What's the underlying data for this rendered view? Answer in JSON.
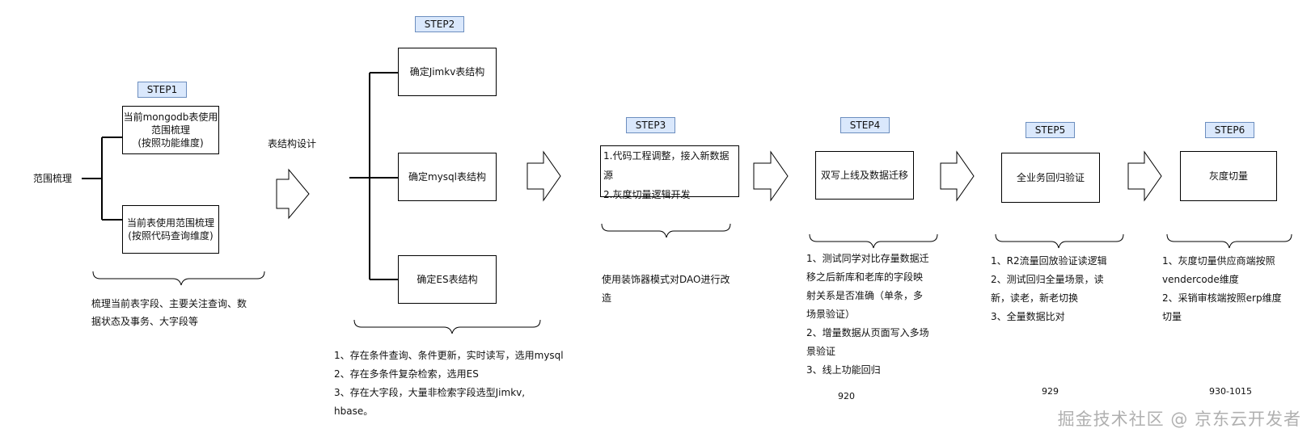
{
  "step_tags": [
    "STEP1",
    "STEP2",
    "STEP3",
    "STEP4",
    "STEP5",
    "STEP6"
  ],
  "range_label": "范围梳理",
  "step1": {
    "box_top": "当前mongodb表使用\n范围梳理\n(按照功能维度)",
    "box_bottom": "当前表使用范围梳理\n(按照代码查询维度)",
    "note": [
      "梳理当前表字段、主要关注查询、数",
      "据状态及事务、大字段等"
    ]
  },
  "design_label": "表结构设计",
  "step2": {
    "box_jimkv": "确定Jimkv表结构",
    "box_mysql": "确定mysql表结构",
    "box_es": "确定ES表结构",
    "notes": [
      "1、存在条件查询、条件更新，实时读写，选用mysql",
      "2、存在多条件复杂检索，选用ES",
      "3、存在大字段，大量非检索字段选型Jimkv,",
      "hbase。"
    ]
  },
  "step3": {
    "box_lines": [
      "1.代码工程调整，接入新数据源",
      "2.灰度切量逻辑开发"
    ],
    "note": [
      "使用装饰器模式对DAO进行改",
      "造"
    ]
  },
  "step4": {
    "box": "双写上线及数据迁移",
    "notes": [
      "1、测试同学对比存量数据迁",
      "移之后新库和老库的字段映",
      "射关系是否准确（单条，多",
      "场景验证）",
      "2、增量数据从页面写入多场",
      "景验证",
      "3、线上功能回归"
    ],
    "date": "920"
  },
  "step5": {
    "box": "全业务回归验证",
    "notes": [
      "1、R2流量回放验证读逻辑",
      "2、测试回归全量场景，读",
      "新，读老，新老切换",
      "3、全量数据比对"
    ],
    "date": "929"
  },
  "step6": {
    "box": "灰度切量",
    "notes": [
      "1、灰度切量供应商端按照",
      "vendercode维度",
      "2、采销审核端按照erp维度",
      "切量"
    ],
    "date": "930-1015"
  },
  "watermark": "掘金技术社区 @ 京东云开发者",
  "colors": {
    "step_fill": "#dae8fc",
    "step_border": "#6c8ebf",
    "line": "#000000",
    "watermark": "#b0b0b0"
  }
}
